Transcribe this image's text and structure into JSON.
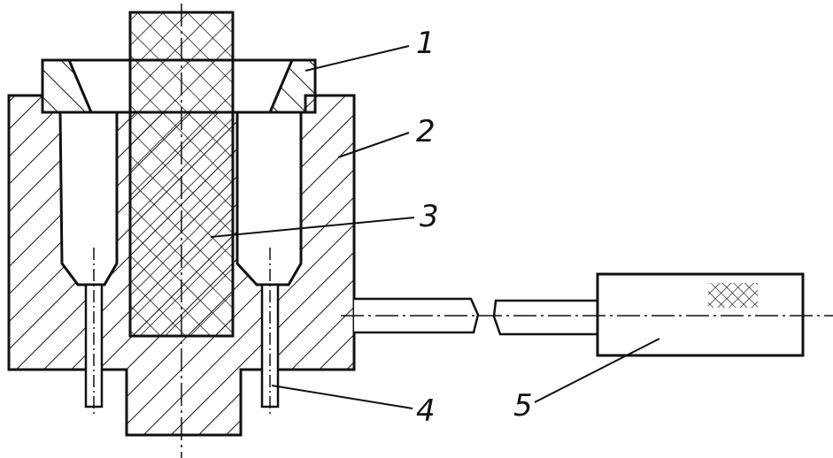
{
  "diagram": {
    "labels": [
      {
        "id": "1",
        "text": "1"
      },
      {
        "id": "2",
        "text": "2"
      },
      {
        "id": "3",
        "text": "3"
      },
      {
        "id": "4",
        "text": "4"
      },
      {
        "id": "5",
        "text": "5"
      }
    ]
  },
  "colors": {
    "ink": "#111111",
    "paper": "#ffffff"
  }
}
